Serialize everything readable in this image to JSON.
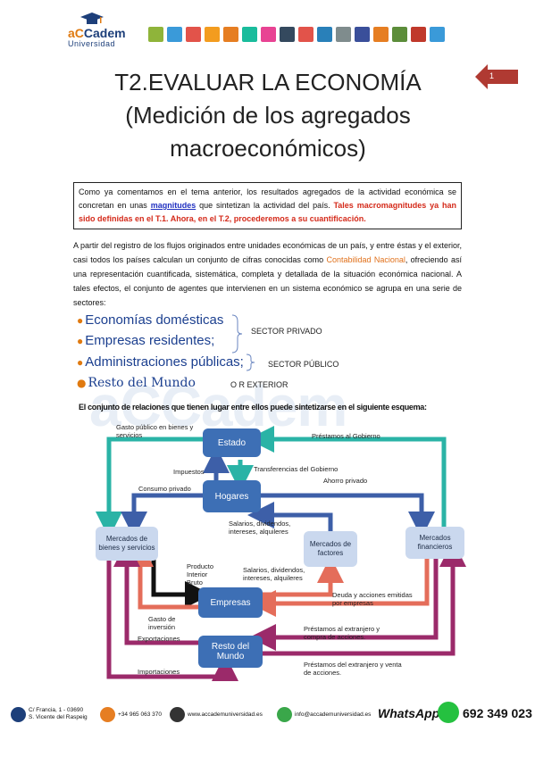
{
  "header": {
    "logo_main_a": "aC",
    "logo_main_b": "Cadem",
    "logo_sub": "Universidad",
    "page_number": "1",
    "icon_colors": [
      "#8fb43a",
      "#3a9ad9",
      "#e2534a",
      "#f39c1f",
      "#e67e22",
      "#1abc9c",
      "#e84393",
      "#34495e",
      "#e2534a",
      "#2980b9",
      "#7f8c8d",
      "#3a4f9a",
      "#e67e22",
      "#5c8d3a",
      "#c0392b",
      "#3a9ad9"
    ]
  },
  "title": {
    "line1": "T2.EVALUAR LA ECONOMÍA",
    "line2": "(Medición de los agregados",
    "line3": "macroeconómicos)"
  },
  "intro": {
    "t1": "Como ya comentamos en el tema anterior, los resultados agregados de la actividad económica se concretan en unas ",
    "link": "magnitudes",
    "t2": " que sintetizan la actividad del país. ",
    "highlight": "Tales macromagnitudes ya han sido definidas en el T.1. Ahora, en el T.2, procederemos a su cuantificación."
  },
  "para": {
    "t1": "A partir del registro de los flujos originados entre unidades económicas de un país, y entre éstas y el exterior, casi todos los países calculan un conjunto de cifras conocidas como ",
    "highlight": "Contabilidad Nacional",
    "t2": ", ofreciendo así una representación cuantificada, sistemática, completa y detallada de la situación económica nacional. A tales efectos, el conjunto de agentes que intervienen en un sistema económico se agrupa en una serie de sectores:"
  },
  "sectors": {
    "s1": "Economías domésticas",
    "s2": "Empresas residentes;",
    "s3": "Administraciones públicas;",
    "s4": "Resto del Mundo",
    "private": "SECTOR PRIVADO",
    "public": "SECTOR PÚBLICO",
    "exterior": "O R EXTERIOR"
  },
  "relations": "El conjunto de relaciones que tienen lugar entre ellos puede sintetizarse en el siguiente esquema:",
  "watermark": "aCCadem",
  "diagram": {
    "nodes": {
      "estado": "Estado",
      "hogares": "Hogares",
      "empresas": "Empresas",
      "resto": "Resto del Mundo",
      "mercados_bienes": "Mercados de bienes y servicios",
      "mercados_factores": "Mercados de factores",
      "mercados_financieros": "Mercados financieros"
    },
    "labels": {
      "gasto_publico": "Gasto público en bienes y servicios",
      "prestamos_gobierno": "Préstamos al Gobierno",
      "impuestos": "Impuestos",
      "transferencias": "Transferencias del Gobierno",
      "consumo_privado": "Consumo privado",
      "ahorro_privado": "Ahorro privado",
      "salarios1": "Salarios, dividendos, intereses, alquileres",
      "pib": "Producto Interior Bruto",
      "salarios2": "Salarios, dividendos, intereses, alquileres",
      "deuda": "Deuda y acciones emitidas por empresas",
      "gasto_inversion": "Gasto de inversión",
      "exportaciones": "Exportaciones",
      "prestamos_extranjero": "Préstamos al extranjero y compra de acciones.",
      "importaciones": "Importaciones",
      "prestamos_del_extranjero": "Préstamos del extranjero y venta de acciones."
    }
  },
  "footer": {
    "address1": "C/ Francia, 1 - 03690",
    "address2": "S. Vicente del Raspeig",
    "phone_small": "+34 965 063 370",
    "web": "www.accademuniversidad.es",
    "email": "info@accademuniversidad.es",
    "whatsapp": "WhatsApp",
    "phone": "692 349 023"
  }
}
